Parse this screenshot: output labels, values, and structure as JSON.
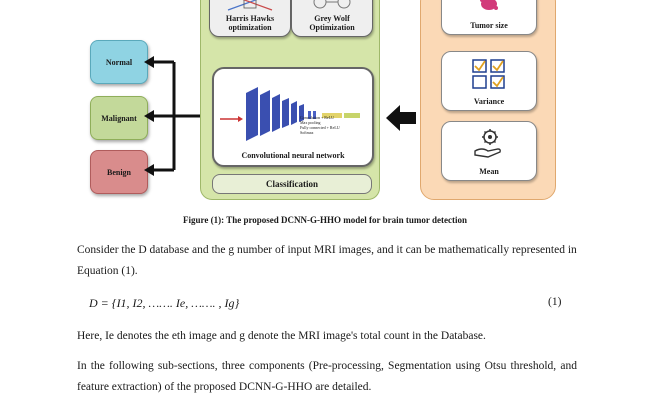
{
  "figure": {
    "classes": [
      "Normal",
      "Malignant",
      "Benign"
    ],
    "optimizers": {
      "hho": "Harris Hawks optimization",
      "gwo": "Grey Wolf Optimization"
    },
    "cnn_label": "Convolutional neural network",
    "cnn_legend": [
      "Convolution + ReLU",
      "Max pooling",
      "Fully connected + ReLU",
      "Softmax"
    ],
    "classification_label": "Classification",
    "features": [
      "Tumor size",
      "Variance",
      "Mean"
    ],
    "colors": {
      "normal": "#8fd3e3",
      "malignant": "#c3d99a",
      "benign": "#d98c8c",
      "green_panel": "#d5e5a9",
      "orange_panel": "#fbd9b6"
    }
  },
  "caption": "Figure (1): The proposed DCNN-G-HHO model for brain tumor detection",
  "para1": "Consider the D database and the g number of input MRI images, and it can be mathematically represented in Equation (1).",
  "equation": {
    "lhs": "D =",
    "set": "{I1, I2, ……. Ie, ……. , Ig}",
    "number": "(1)"
  },
  "para2": "Here,  Ie denotes the eth image and g denote the MRI image's total count in the Database.",
  "para3": "In the following sub-sections, three components (Pre-processing, Segmentation using Otsu threshold, and feature extraction) of the proposed DCNN-G-HHO are detailed."
}
